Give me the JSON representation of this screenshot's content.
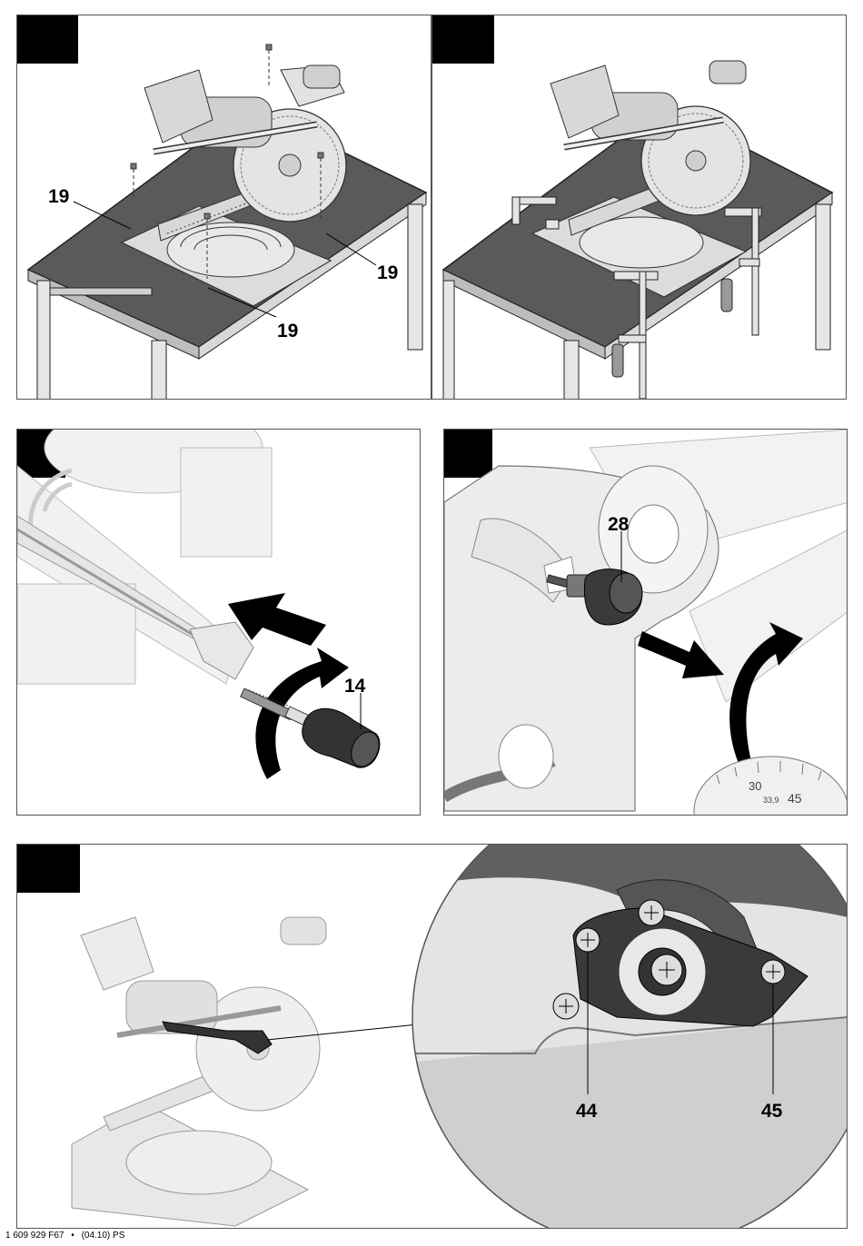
{
  "panels": {
    "mounting": {
      "callouts": [
        "19",
        "19",
        "19"
      ]
    },
    "clamping": {
      "callouts": []
    },
    "knob": {
      "callouts": [
        "14"
      ]
    },
    "lock": {
      "callouts": [
        "28"
      ],
      "scale_labels": [
        "30",
        "33,9",
        "45"
      ]
    },
    "adjust": {
      "callouts": [
        "44",
        "45"
      ]
    }
  },
  "footer": {
    "code": "1 609 929 F67",
    "bullet": "•",
    "date": "(04.10) PS"
  },
  "colors": {
    "ink": "#000000",
    "line": "#555555",
    "body": "#dcdcdc",
    "table": "#5a5a5a",
    "dark": "#3a3a3a"
  }
}
